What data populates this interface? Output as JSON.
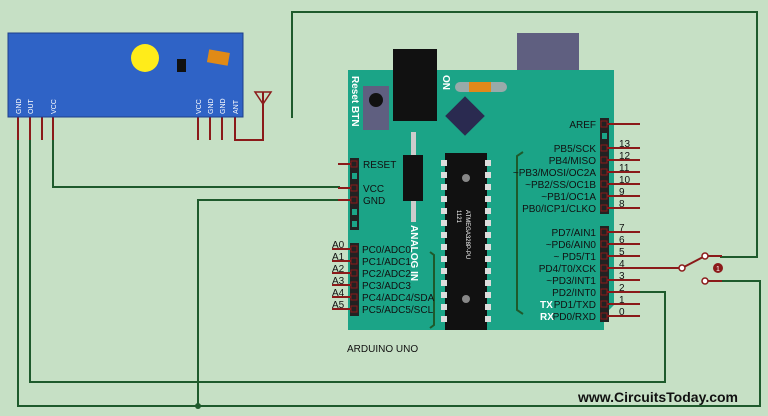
{
  "module": {
    "pins_left": [
      "GND",
      "OUT",
      "VCC"
    ],
    "pins_right": [
      "VCC",
      "GND",
      "GND",
      "ANT"
    ],
    "color": "#2f63c6"
  },
  "board": {
    "name": "ARDUINO UNO",
    "reset_label": "Reset BTN",
    "on_label": "ON",
    "analog_label": "ANALOG IN",
    "chip_code": "1121",
    "chip_name": "ATMEGA328P-PU",
    "color": "#1ba487",
    "power_pins": [
      "RESET",
      "VCC",
      "GND"
    ],
    "analog_pins": [
      {
        "n": "A0",
        "l": "PC0/ADC0"
      },
      {
        "n": "A1",
        "l": "PC1/ADC1"
      },
      {
        "n": "A2",
        "l": "PC2/ADC2"
      },
      {
        "n": "A3",
        "l": "PC3/ADC3"
      },
      {
        "n": "A4",
        "l": "PC4/ADC4/SDA"
      },
      {
        "n": "A5",
        "l": "PC5/ADC5/SCL"
      }
    ],
    "aref": "AREF",
    "digital_high": [
      {
        "n": "13",
        "l": "PB5/SCK"
      },
      {
        "n": "12",
        "l": "PB4/MISO"
      },
      {
        "n": "11",
        "l": "~PB3/MOSI/OC2A"
      },
      {
        "n": "10",
        "l": "~PB2/SS/OC1B"
      },
      {
        "n": "9",
        "l": "~PB1/OC1A"
      },
      {
        "n": "8",
        "l": "PB0/ICP1/CLKO"
      }
    ],
    "digital_low": [
      {
        "n": "7",
        "l": "PD7/AIN1"
      },
      {
        "n": "6",
        "l": "~PD6/AIN0"
      },
      {
        "n": "5",
        "l": "~ PD5/T1"
      },
      {
        "n": "4",
        "l": "PD4/T0/XCK"
      },
      {
        "n": "3",
        "l": "~PD3/INT1"
      },
      {
        "n": "2",
        "l": "PD2/INT0"
      },
      {
        "n": "1",
        "l": "PD1/TXD"
      },
      {
        "n": "0",
        "l": "PD0/RXD"
      }
    ],
    "tx": "TX",
    "rx": "RX"
  },
  "switch_label": "1",
  "watermark": "www.CircuitsToday.com"
}
